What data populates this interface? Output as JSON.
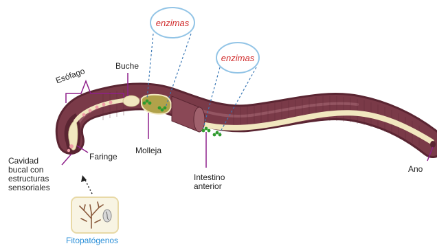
{
  "labels": {
    "esofago": "Esófago",
    "buche": "Buche",
    "molleja": "Molleja",
    "faringe": "Faringe",
    "cavidad_line1": "Cavidad",
    "cavidad_line2": "bucal con",
    "cavidad_line3": "estructuras",
    "cavidad_line4": "sensoriales",
    "intestino_line1": "Intestino",
    "intestino_line2": "anterior",
    "ano": "Ano",
    "fitopatogenos": "Fitopatógenos",
    "enzimas_1": "enzimas",
    "enzimas_2": "enzimas"
  },
  "colors": {
    "body_main": "#7a3a48",
    "body_dark": "#5a2532",
    "body_light": "#a0616d",
    "gut_cream": "#f1e7bf",
    "gizzard": "#b1a24a",
    "leader_purple": "#8e1f8a",
    "leader_blue": "#3b78b5",
    "enzyme_text": "#d02a2a",
    "enzyme_oval_border": "#92c4e6",
    "label_blue": "#2a8fd8",
    "green_dots": "#2e9a2e",
    "pink_dots": "#f0a0a8",
    "box_border": "#e8d9a6",
    "box_bg": "#f8f4e3",
    "plant_brown": "#8a5a3c"
  }
}
